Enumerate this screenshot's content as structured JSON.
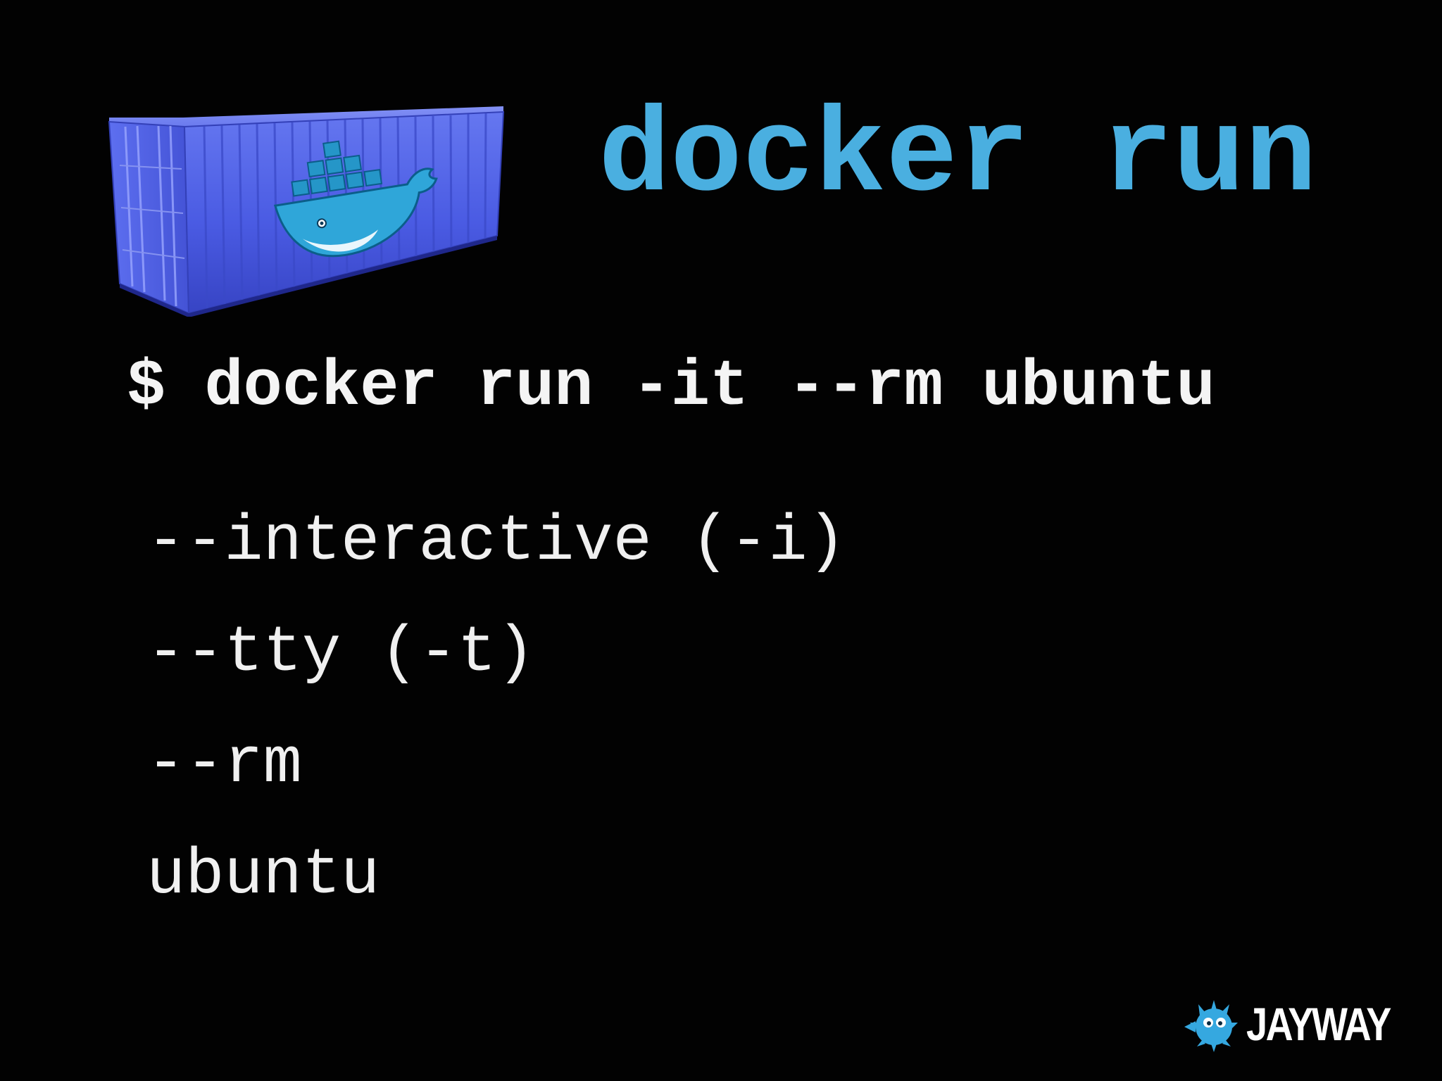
{
  "slide": {
    "title": "docker run",
    "command": "$ docker run -it --rm ubuntu",
    "options": [
      "--interactive (-i)",
      "--tty (-t)",
      "--rm",
      "ubuntu"
    ]
  },
  "brand": {
    "name": "JAYWAY"
  },
  "colors": {
    "background": "#020202",
    "title": "#4aafe0",
    "text": "#f4f4f4",
    "container": "#4a5fe0",
    "whale": "#2fa6d9"
  }
}
